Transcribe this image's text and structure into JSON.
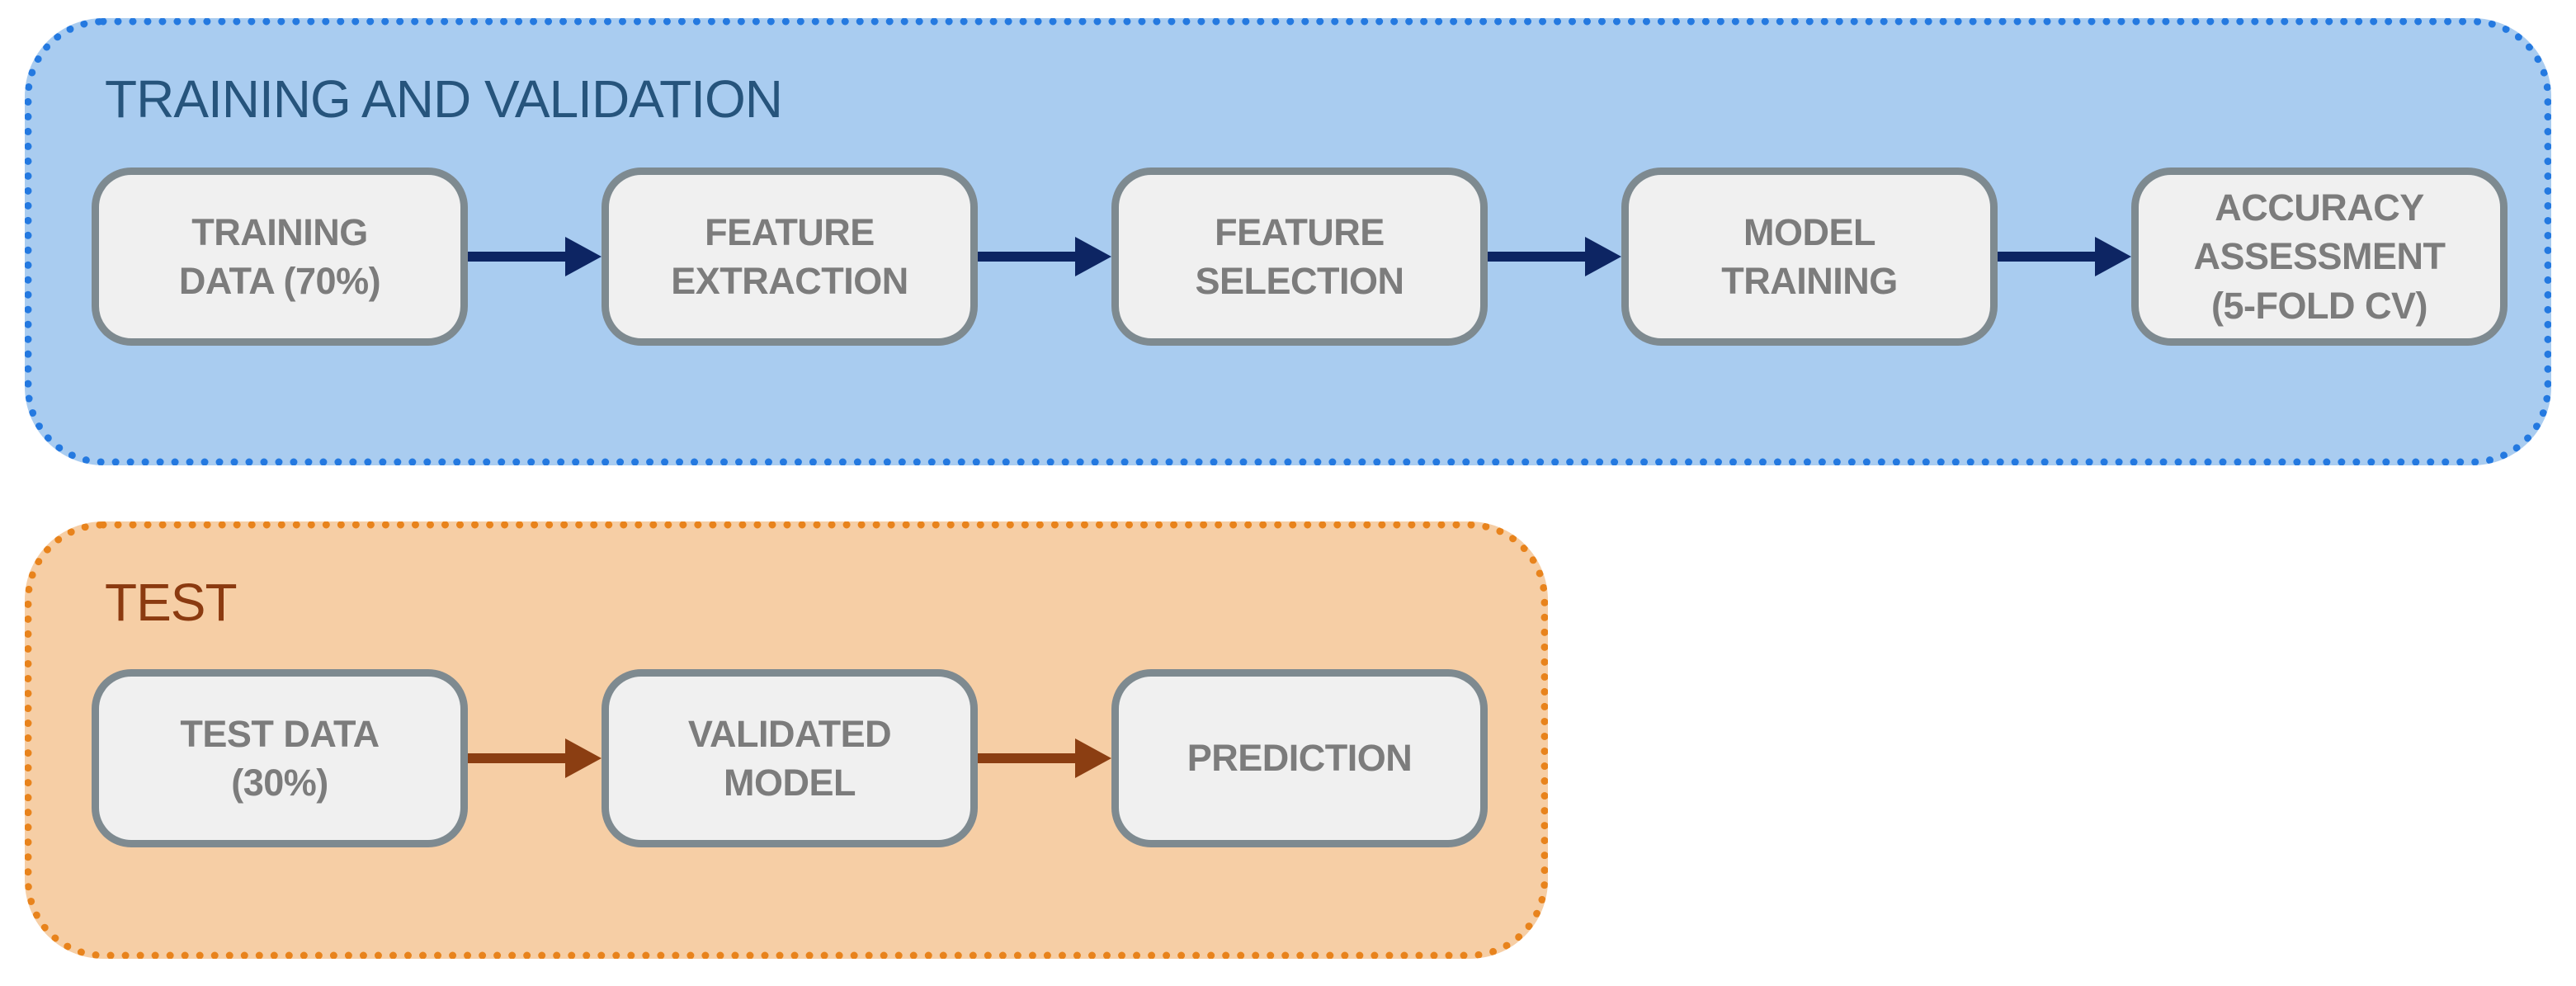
{
  "sections": {
    "training": {
      "title": "TRAINING AND VALIDATION",
      "steps": [
        {
          "label": "TRAINING\nDATA (70%)"
        },
        {
          "label": "FEATURE\nEXTRACTION"
        },
        {
          "label": "FEATURE\nSELECTION"
        },
        {
          "label": "MODEL\nTRAINING"
        },
        {
          "label": "ACCURACY\nASSESSMENT\n(5-FOLD CV)"
        }
      ]
    },
    "test": {
      "title": "TEST",
      "steps": [
        {
          "label": "TEST DATA\n(30%)"
        },
        {
          "label": "VALIDATED\nMODEL"
        },
        {
          "label": "PREDICTION"
        }
      ]
    }
  },
  "icons": {
    "flow_arrow": "right-arrow"
  },
  "colors": {
    "training-bg": "#A9CCF0",
    "training-border": "#2479E0",
    "training-title": "#26547C",
    "training-arrow": "#0D2563",
    "test-bg": "#F6CEA5",
    "test-border": "#E8831C",
    "test-title": "#8B3A10",
    "test-arrow": "#8B3E12",
    "box-bg": "#F0F0F0",
    "box-border": "#7E8A90",
    "box-text": "#7C7C7C",
    "page-bg": "#FFFFFF"
  }
}
